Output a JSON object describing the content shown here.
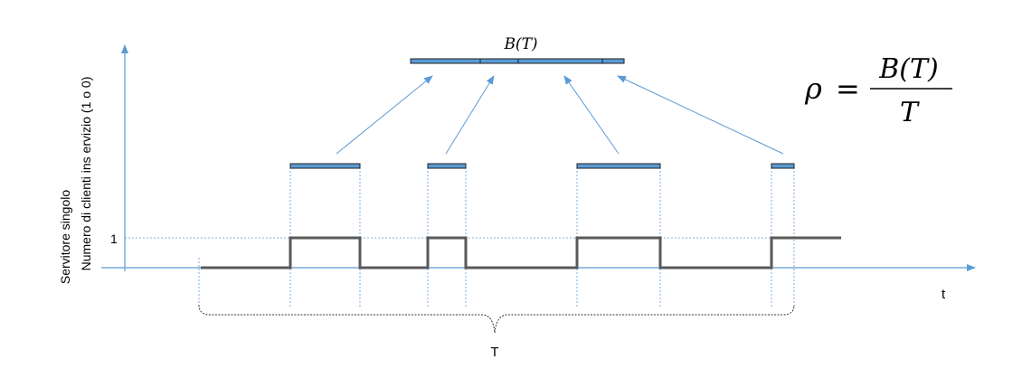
{
  "axes": {
    "ylabel_line1": "Servitore singolo",
    "ylabel_line2": "Numero di clienti ins ervizio (1 o 0)",
    "y_tick": "1",
    "xlabel": "t"
  },
  "period_label": "T",
  "aggregate_label": "B(T)",
  "formula": {
    "lhs": "ρ",
    "eq": "=",
    "numerator": "B(T)",
    "denominator": "T"
  },
  "colors": {
    "axis": "#5b9bd5",
    "signal": "#595959",
    "bar": "#5b9bd5",
    "guide": "#5b9bd5"
  }
}
